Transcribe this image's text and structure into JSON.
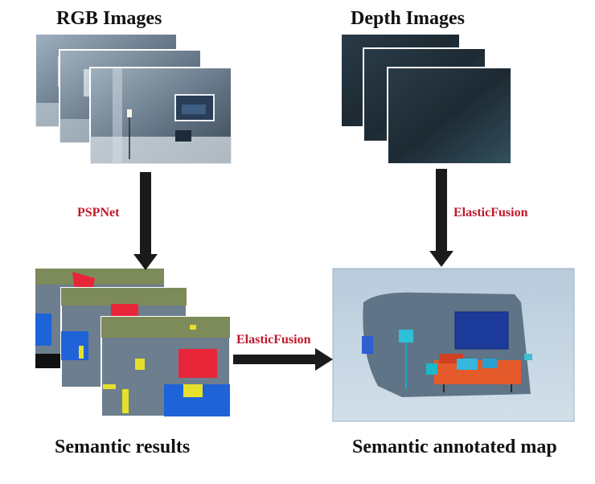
{
  "titles": {
    "rgb": "RGB Images",
    "depth": "Depth Images",
    "semantic_results": "Semantic results",
    "annotated_map": "Semantic annotated map"
  },
  "edges": {
    "rgb_to_semantic": "PSPNet",
    "depth_to_map": "ElasticFusion",
    "semantic_to_map": "ElasticFusion"
  },
  "colors": {
    "label_red": "#c0182a",
    "arrow": "#1a1a1a",
    "seg_red": "#e8263a",
    "seg_blue": "#1e63d8",
    "seg_yellow": "#e6e02a",
    "seg_olive": "#7d8a5a",
    "seg_gray": "#6d7e8e"
  }
}
